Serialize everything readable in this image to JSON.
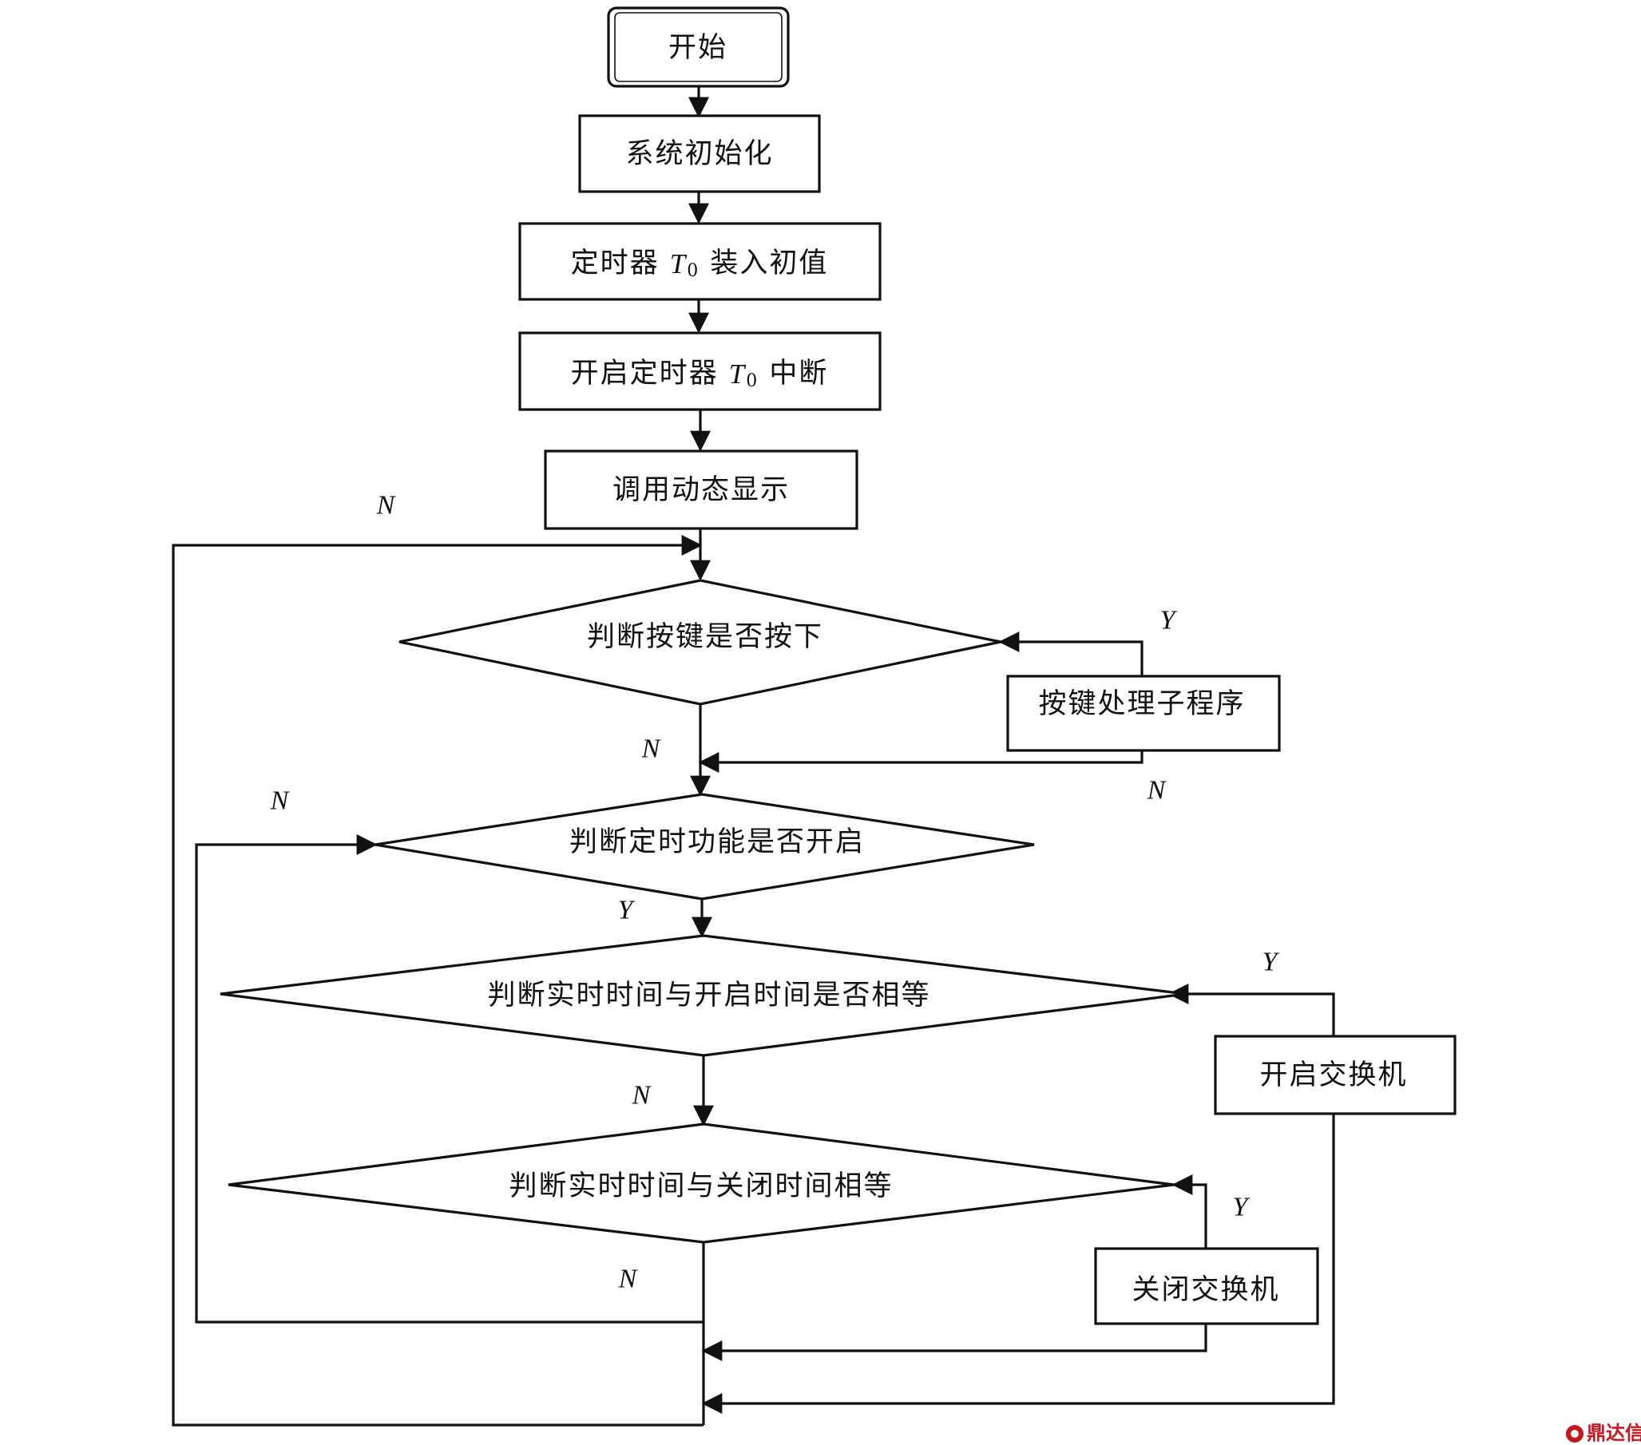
{
  "nodes": {
    "start": "开始",
    "init": "系统初始化",
    "timer_load_pre": "定时器 ",
    "timer_load_var": "T",
    "timer_load_sub": "0",
    "timer_load_post": " 装入初值",
    "timer_enable_pre": "开启定时器 ",
    "timer_enable_var": "T",
    "timer_enable_sub": "0",
    "timer_enable_post": " 中断",
    "display": "调用动态显示",
    "key_check": "判断按键是否按下",
    "key_handler": "按键处理子程序",
    "timer_func_check": "判断定时功能是否开启",
    "open_time_check": "判断实时时间与开启时间是否相等",
    "open_switch": "开启交换机",
    "close_time_check": "判断实时时间与关闭时间相等",
    "close_switch": "关闭交换机"
  },
  "labels": {
    "n_outer_loop": "N",
    "y_key": "Y",
    "n_key": "N",
    "n_key_return": "N",
    "n_timer_loop": "N",
    "y_timer": "Y",
    "y_open": "Y",
    "n_open": "N",
    "y_close": "Y",
    "n_close": "N"
  },
  "watermark": "鼎达信",
  "colors": {
    "line": "#111111",
    "watermark": "#c8161d"
  }
}
